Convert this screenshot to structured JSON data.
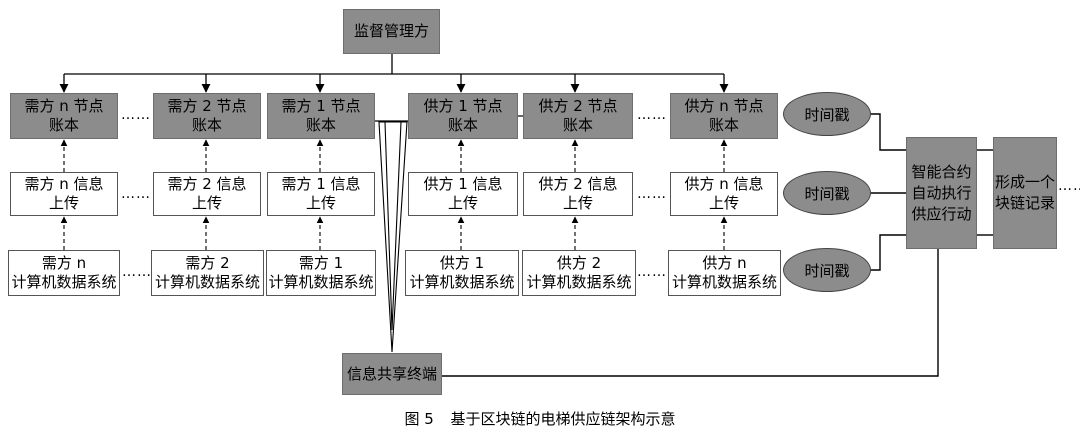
{
  "regulator": "监督管理方",
  "terminal": "信息共享终端",
  "contract": [
    "智能合约",
    "自动执行",
    "供应行动"
  ],
  "block": [
    "形成一个",
    "块链记录"
  ],
  "timestamp": "时间戳",
  "ellipsis": "……",
  "ledgers": {
    "d_n": [
      "需方 n 节点",
      "账本"
    ],
    "d_2": [
      "需方 2 节点",
      "账本"
    ],
    "d_1": [
      "需方 1 节点",
      "账本"
    ],
    "s_1": [
      "供方 1 节点",
      "账本"
    ],
    "s_2": [
      "供方 2 节点",
      "账本"
    ],
    "s_n": [
      "供方 n 节点",
      "账本"
    ]
  },
  "uploads": {
    "d_n": [
      "需方 n 信息",
      "上传"
    ],
    "d_2": [
      "需方 2 信息",
      "上传"
    ],
    "d_1": [
      "需方 1 信息",
      "上传"
    ],
    "s_1": [
      "供方 1 信息",
      "上传"
    ],
    "s_2": [
      "供方 2 信息",
      "上传"
    ],
    "s_n": [
      "供方 n 信息",
      "上传"
    ]
  },
  "systems": {
    "d_n": [
      "需方 n",
      "计算机数据系统"
    ],
    "d_2": [
      "需方 2",
      "计算机数据系统"
    ],
    "d_1": [
      "需方 1",
      "计算机数据系统"
    ],
    "s_1": [
      "供方 1",
      "计算机数据系统"
    ],
    "s_2": [
      "供方 2",
      "计算机数据系统"
    ],
    "s_n": [
      "供方 n",
      "计算机数据系统"
    ]
  },
  "caption": {
    "number": "图 5",
    "title": "基于区块链的电梯供应链架构示意"
  }
}
